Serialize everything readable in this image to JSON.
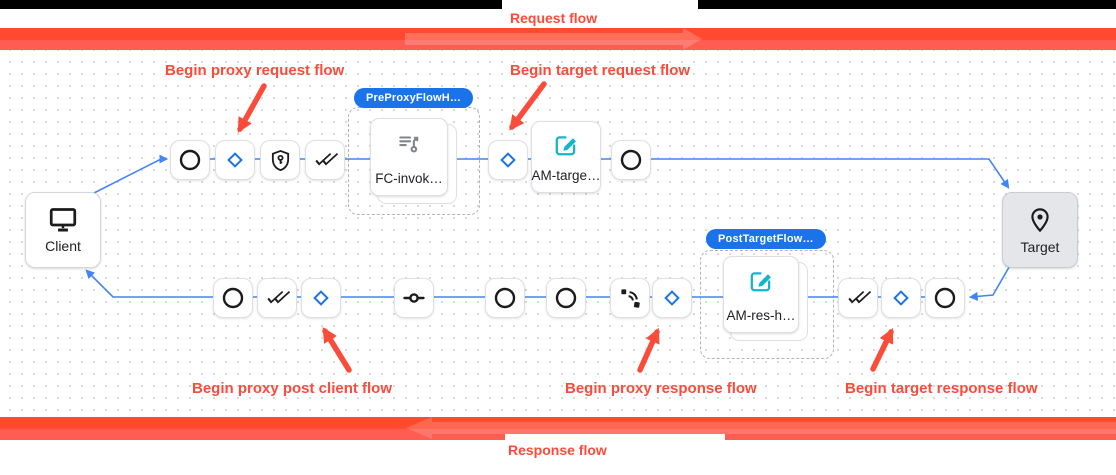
{
  "request_banner": {
    "label": "Request flow"
  },
  "response_banner": {
    "label": "Response flow"
  },
  "annotations": {
    "begin_proxy_request": "Begin proxy request flow",
    "begin_target_request": "Begin target request flow",
    "begin_proxy_post_client": "Begin proxy post client flow",
    "begin_proxy_response": "Begin proxy response flow",
    "begin_target_response": "Begin target response flow"
  },
  "flow": {
    "client_label": "Client",
    "target_label": "Target",
    "pre_proxy_hook_badge": "PreProxyFlowH…",
    "post_target_hook_badge": "PostTargetFlow…",
    "fc_step_label": "FC-invok…",
    "am_target_step_label": "AM-targe…",
    "am_response_step_label": "AM-res-h…"
  },
  "icons": [
    "monitor-icon",
    "location-pin-icon",
    "circle-step-icon",
    "diamond-step-icon",
    "shield-key-icon",
    "double-check-icon",
    "flow-callout-icon",
    "edit-square-icon",
    "commutator-icon",
    "sensors-icon"
  ],
  "colors": {
    "annotation_red": "#fb4b3a",
    "banner_red_dark": "#ff4a2f",
    "banner_red_light": "#ff5c52",
    "connector_blue": "#4285f4",
    "badge_blue": "#1a73e8",
    "edit_teal": "#12b5cb"
  }
}
